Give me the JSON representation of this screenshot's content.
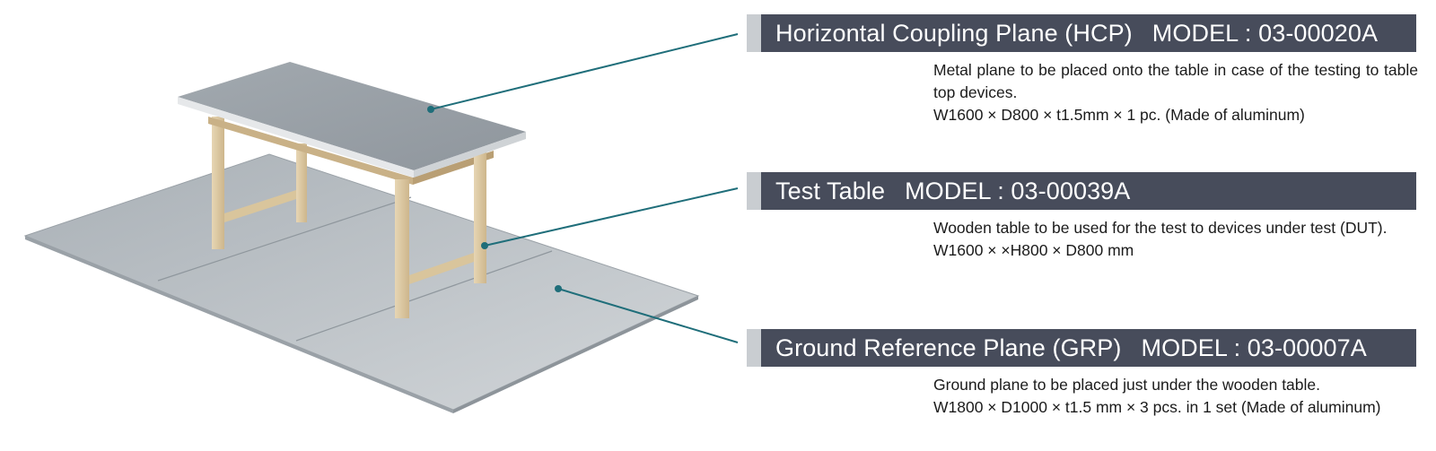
{
  "sections": [
    {
      "title": "Horizontal Coupling Plane (HCP)",
      "model": "MODEL : 03-00020A",
      "desc": "Metal plane to be placed onto the table in case of the testing to table top devices.",
      "spec": "W1600 × D800 × t1.5mm × 1 pc. (Made of aluminum)"
    },
    {
      "title": "Test Table",
      "model": "MODEL : 03-00039A",
      "desc": "Wooden table to be used for the test to devices under test (DUT).",
      "spec": "W1600 × ×H800 × D800 mm"
    },
    {
      "title": "Ground Reference Plane (GRP)",
      "model": "MODEL : 03-00007A",
      "desc": "Ground plane to be placed just under the wooden table.",
      "spec": "W1800 × D1000 × t1.5 mm × 3 pcs. in 1 set (Made of aluminum)"
    }
  ],
  "colors": {
    "header_bg": "#474c5b",
    "header_tab": "#c9cdd1",
    "leader_line": "#1f6e7a"
  }
}
